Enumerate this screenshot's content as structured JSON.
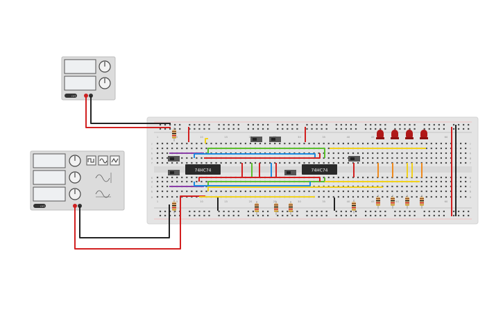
{
  "chips": [
    {
      "label": "74HC74"
    },
    {
      "label": "74HC74"
    }
  ],
  "power_supply": {
    "name": "dc-power-supply",
    "off_label": "OFF"
  },
  "function_generator": {
    "name": "function-generator",
    "off_label": "OFF"
  },
  "breadboard": {
    "column_markers": [
      "1",
      "5",
      "10",
      "15",
      "20",
      "25",
      "30",
      "35",
      "40",
      "45",
      "50",
      "55",
      "60"
    ],
    "row_letters_top": [
      "j",
      "i",
      "h",
      "g",
      "f"
    ],
    "row_letters_bottom": [
      "e",
      "d",
      "c",
      "b",
      "a"
    ]
  },
  "colors": {
    "breadboard": "#e4e4e4",
    "rail_red": "#d21f1f",
    "rail_black": "#222222",
    "wire_green": "#5bbf2b",
    "wire_yellow": "#f2d21b",
    "wire_blue": "#1e8be0",
    "wire_purple": "#8a3ea8",
    "wire_orange": "#f08a1c",
    "chip": "#2a2a2a",
    "led": "#b01818",
    "instrument_body": "#dcdcdc",
    "screen": "#eef0f2"
  }
}
